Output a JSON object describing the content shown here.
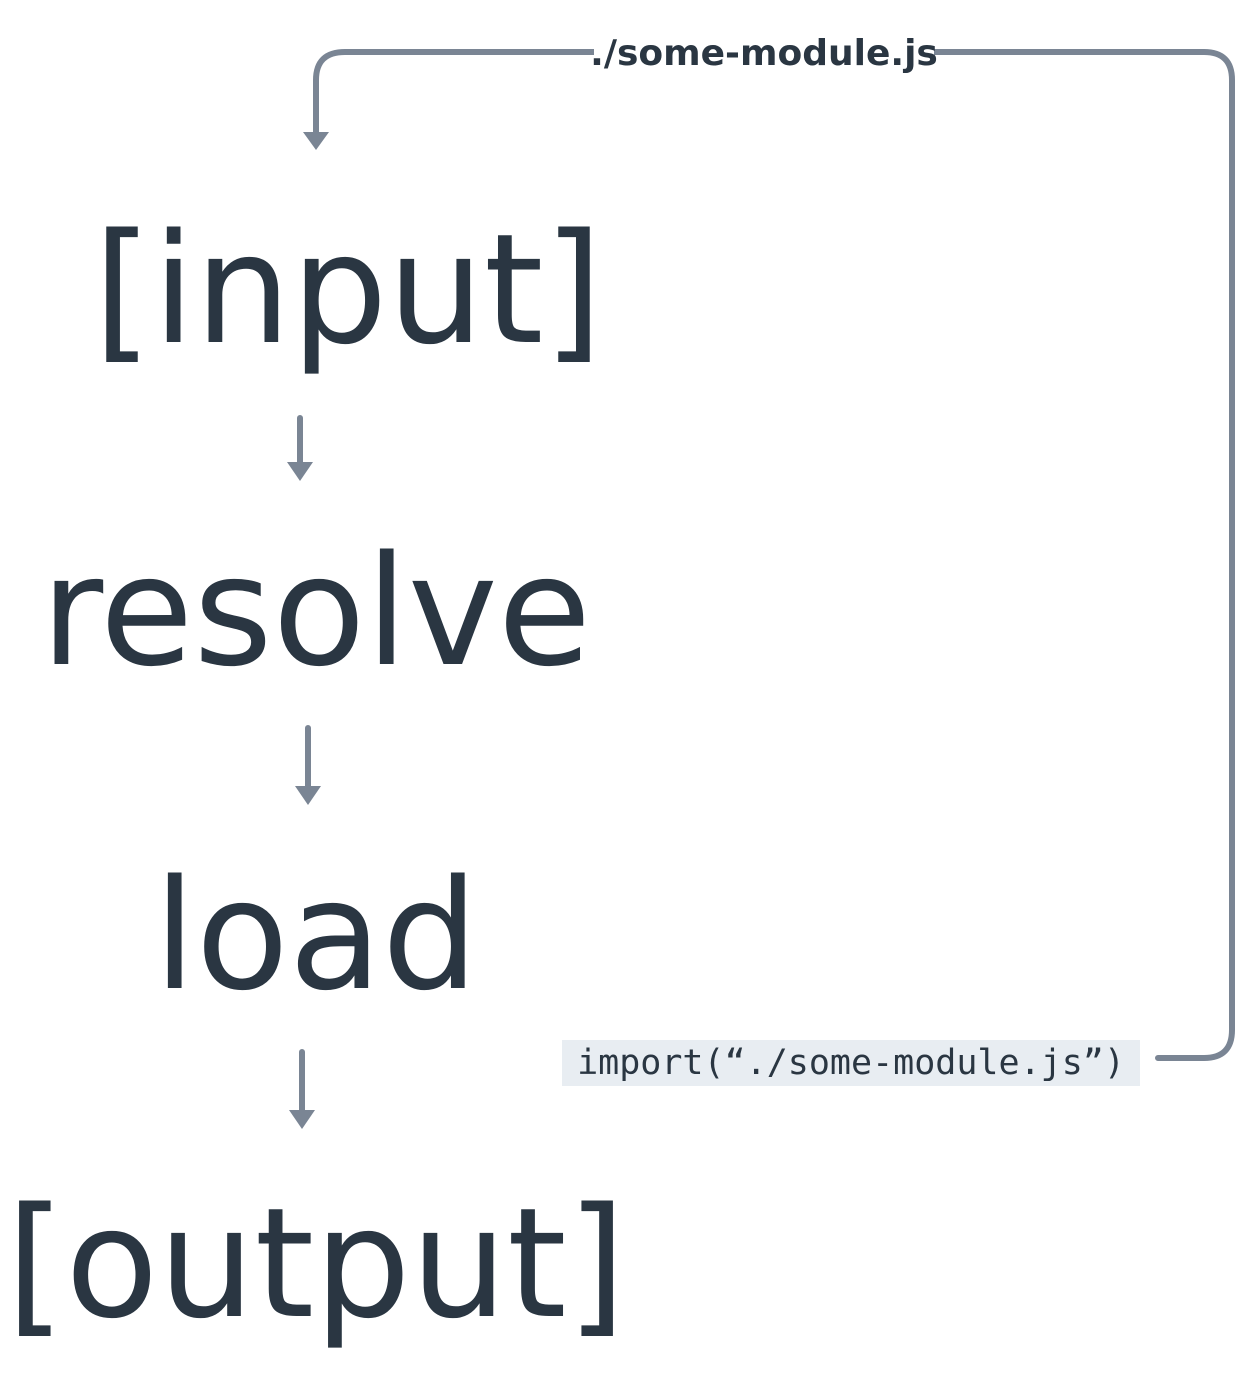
{
  "stages": {
    "input": "[input]",
    "resolve": "resolve",
    "load": "load",
    "output": "[output]"
  },
  "loop": {
    "label": "./some-module.js",
    "code": "import(“./some-module.js”)"
  },
  "colors": {
    "text": "#2a3642",
    "connector": "#7a8594",
    "code_background": "#e8edf2"
  }
}
